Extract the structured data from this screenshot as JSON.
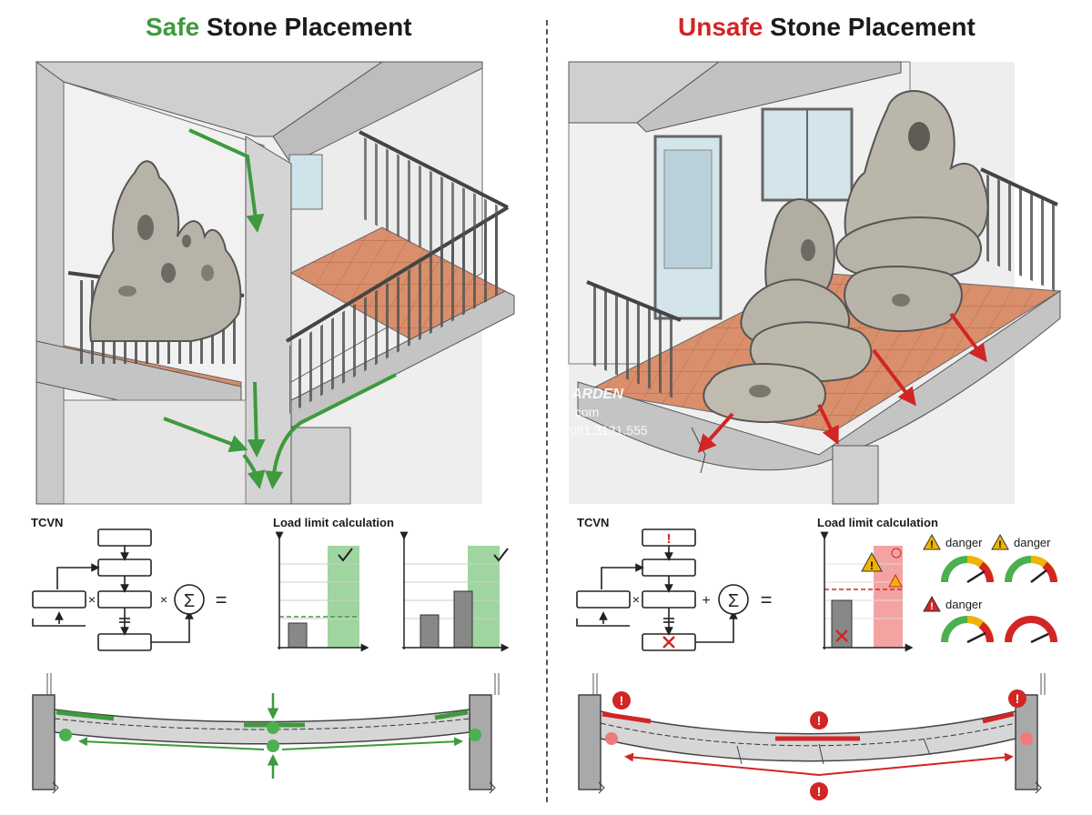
{
  "left": {
    "title_prefix": "Safe",
    "title_suffix": "Stone Placement",
    "tcvn_label": "TCVN",
    "load_label": "Load limit calculation"
  },
  "right": {
    "title_prefix": "Unsafe",
    "title_suffix": "Stone Placement",
    "tcvn_label": "TCVN",
    "load_label": "Load limit calculation",
    "gauge_labels": [
      "danger",
      "danger",
      "danger"
    ]
  },
  "watermark": [
    "ARDEN",
    ".com",
    "081.3131.555"
  ],
  "colors": {
    "safe": "#3d9a3d",
    "unsafe": "#d22525",
    "warning": "#f0b400",
    "tile": "#d98f6b",
    "concrete": "#d9d9d9"
  },
  "icons": {
    "sum": "sigma-icon",
    "check": "check-icon",
    "cross": "x-icon",
    "alert": "exclamation-icon",
    "warn": "warning-triangle-icon"
  }
}
